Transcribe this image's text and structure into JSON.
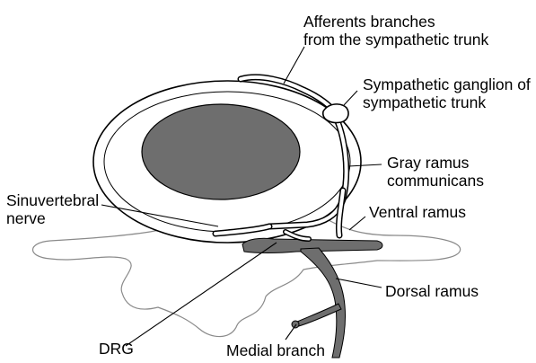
{
  "labels": {
    "afferents": "Afferents branches\nfrom the sympathetic trunk",
    "ganglion": "Sympathetic ganglion of\nsympathetic trunk",
    "gray_ramus": "Gray ramus\ncommunicans",
    "sinuvertebral": "Sinuvertebral\nnerve",
    "ventral": "Ventral ramus",
    "dorsal": "Dorsal ramus",
    "drg": "DRG",
    "medial": "Medial branch"
  },
  "colors": {
    "outline": "#000000",
    "disc_fill": "#ffffff",
    "nucleus_fill": "#6e6e6e",
    "vertebra_fill": "#ffffff",
    "vertebra_stroke": "#8a8a8a",
    "spinal_nerve_fill": "#6e6e6e"
  }
}
